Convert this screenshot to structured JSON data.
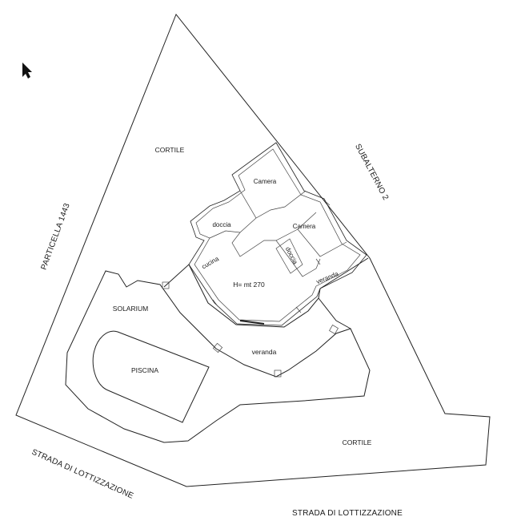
{
  "labels": {
    "cortile_top": "CORTILE",
    "cortile_bottom": "CORTILE",
    "particella": "PARTICELLA 1443",
    "subalterno": "SUBALTERNO 2",
    "strada_left": "STRADA  DI  LOTTIZZAZIONE",
    "strada_bottom": "STRADA DI LOTTIZZAZIONE",
    "solarium": "SOLARIUM",
    "piscina": "PISCINA",
    "veranda_main": "veranda",
    "veranda_small": "veranda",
    "camera_1": "Camera",
    "camera_2": "Camera",
    "doccia_1": "doccia",
    "doccia_2": "doccia",
    "cucina": "cucina",
    "height": "H= mt 270"
  }
}
